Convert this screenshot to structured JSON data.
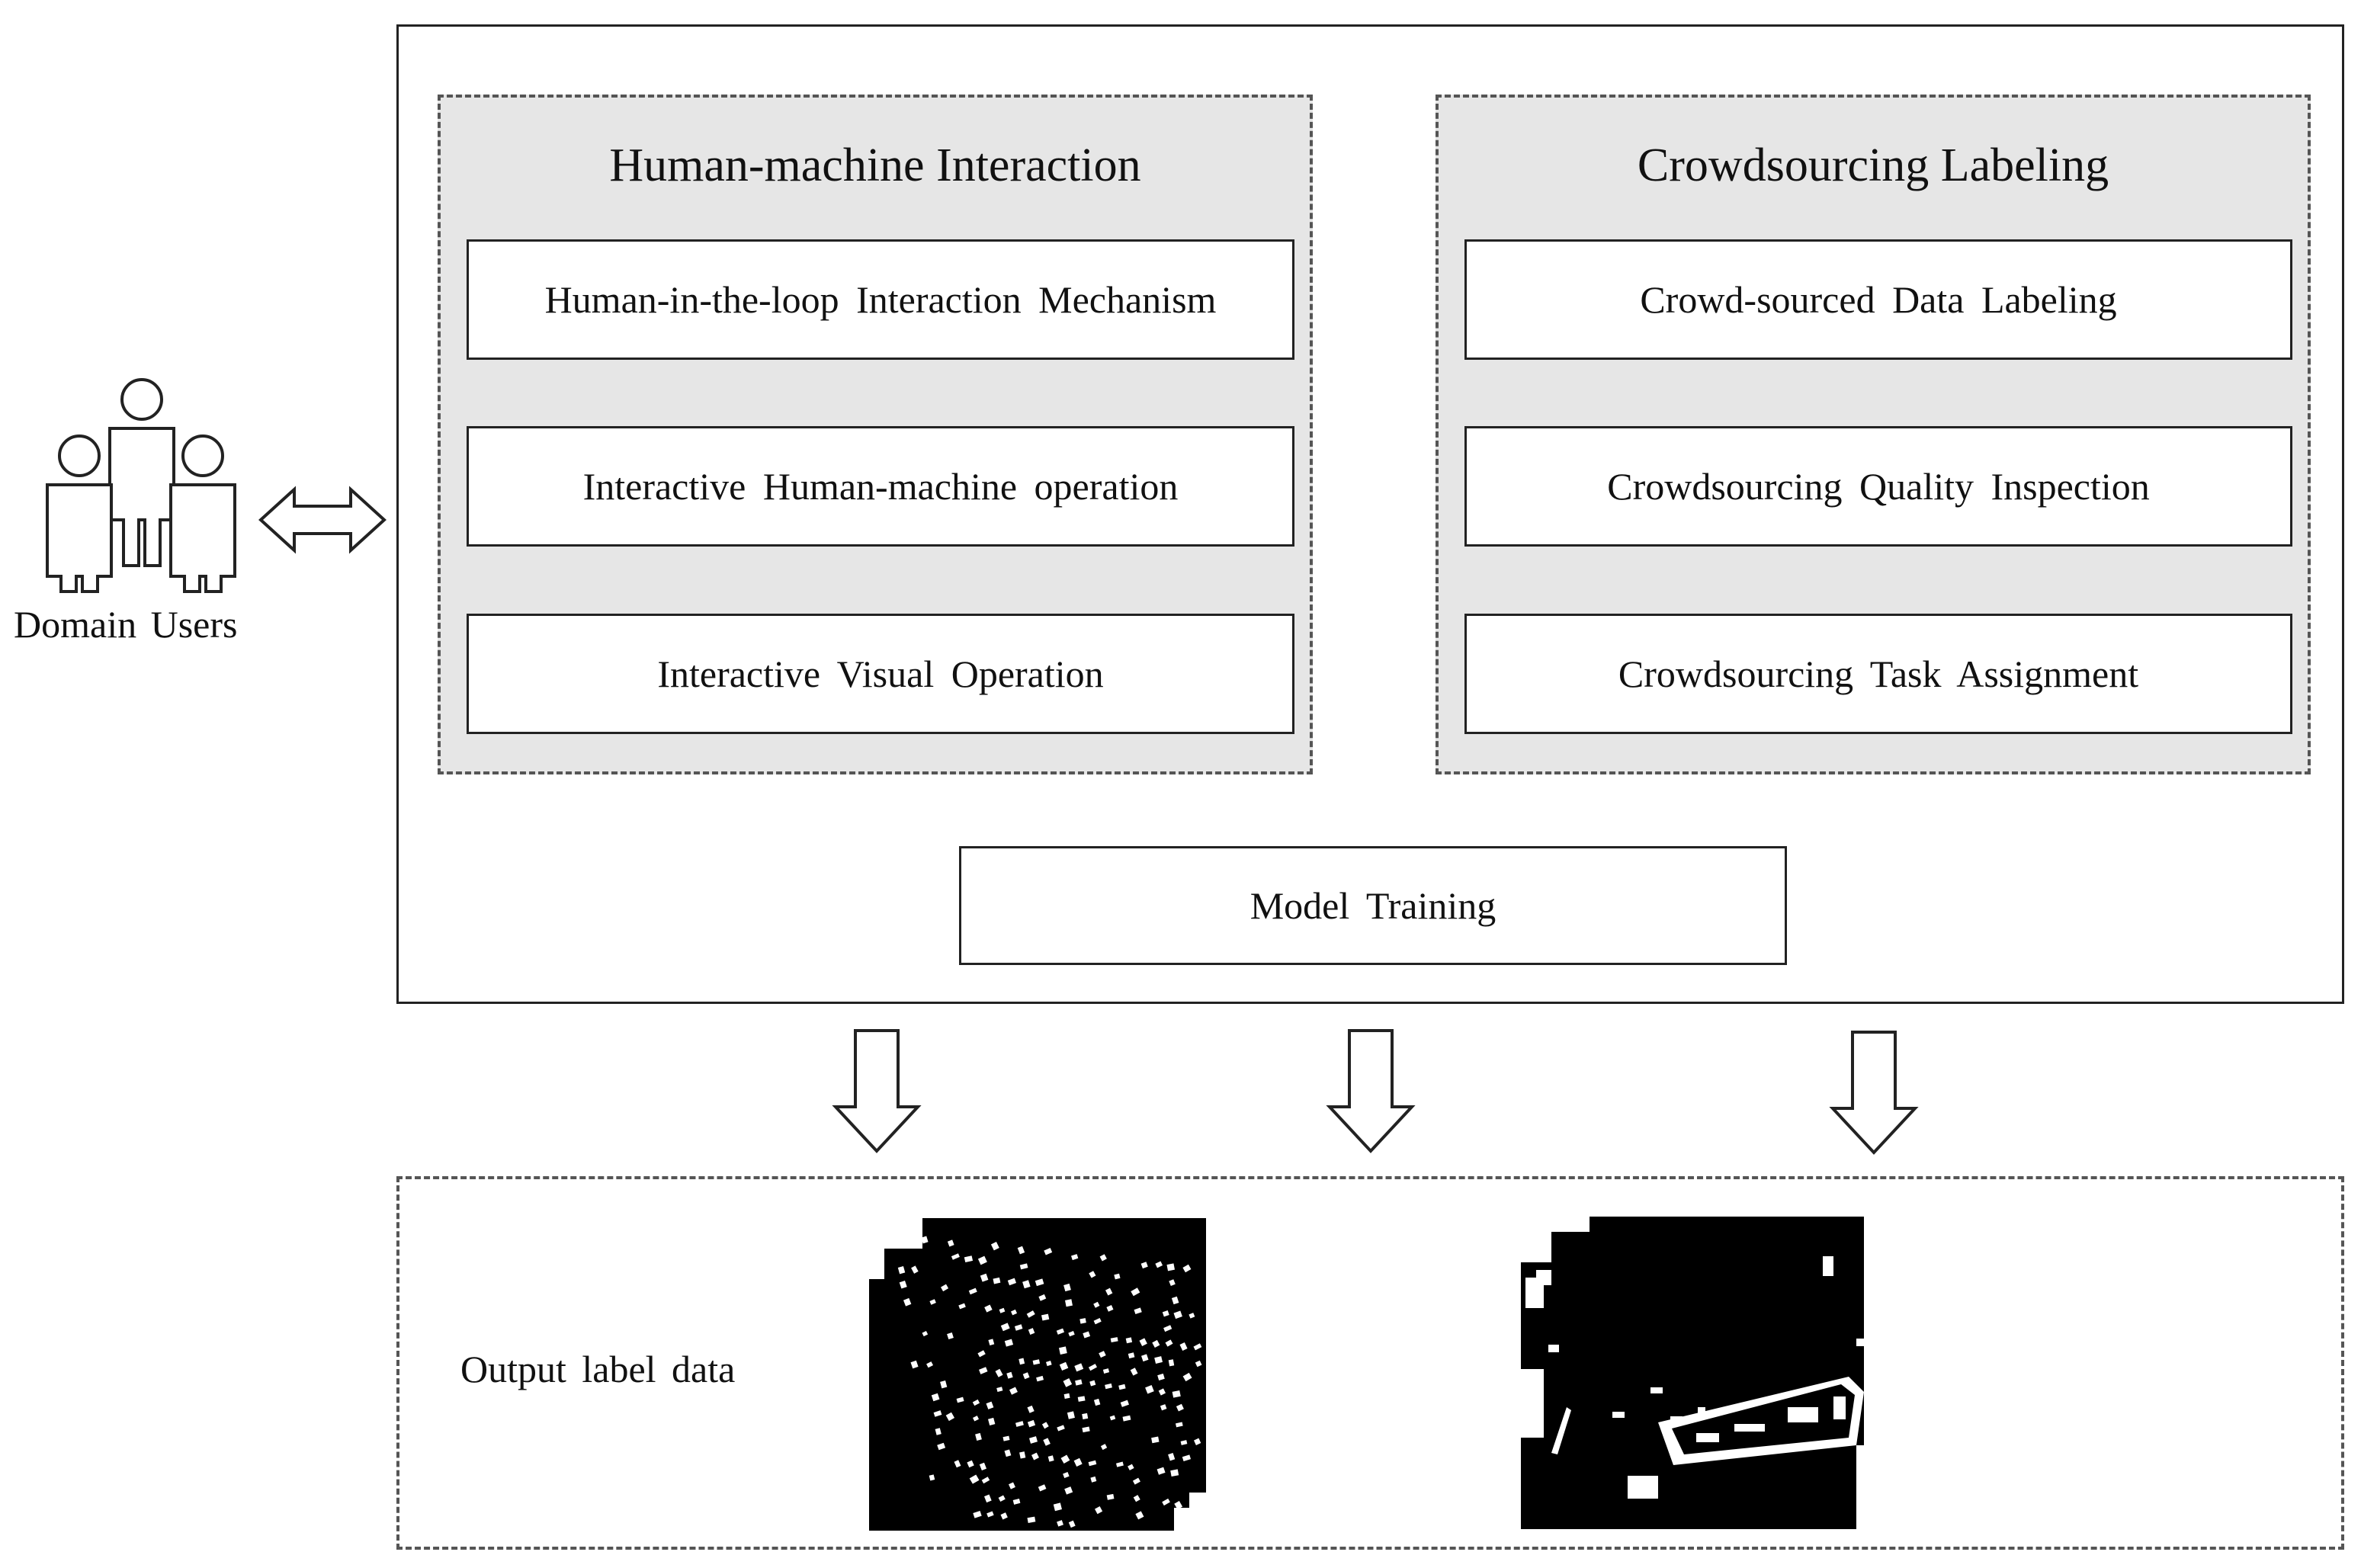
{
  "domain_users": {
    "label": "Domain Users"
  },
  "hmi_group": {
    "title": "Human-machine Interaction",
    "items": [
      "Human-in-the-loop Interaction Mechanism",
      "Interactive Human-machine operation",
      "Interactive Visual Operation"
    ]
  },
  "crowd_group": {
    "title": "Crowdsourcing Labeling",
    "items": [
      "Crowd-sourced Data Labeling",
      "Crowdsourcing Quality Inspection",
      "Crowdsourcing Task Assignment"
    ]
  },
  "model_training": {
    "label": "Model Training"
  },
  "output": {
    "label": "Output label data"
  },
  "icons": [
    "users-icon",
    "bidirectional-arrow-icon",
    "down-arrow-icon",
    "label-mask-image"
  ]
}
